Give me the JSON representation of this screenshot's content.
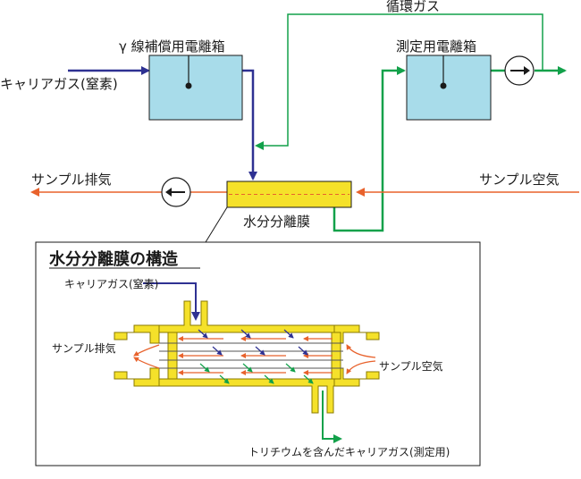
{
  "labels": {
    "circulating_gas": "循環ガス",
    "gamma_chamber": "γ 線補償用電離箱",
    "measure_chamber": "測定用電離箱",
    "carrier_gas_in": "キャリアガス(窒素)",
    "sample_exhaust": "サンプル排気",
    "sample_air": "サンプル空気",
    "membrane": "水分分離膜",
    "structure_title": "水分分離膜の構造",
    "detail_carrier_in": "キャリアガス(窒素)",
    "detail_sample_exhaust": "サンプル排気",
    "detail_sample_air": "サンプル空気",
    "detail_carrier_out": "トリチウムを含んだキャリアガス(測定用)"
  },
  "colors": {
    "carrier_gas": "#2e3192",
    "circulating_gas": "#12a14a",
    "sample_air": "#e8622c",
    "chamber": "#a8dcea",
    "membrane": "#f5e12a",
    "membrane_edge": "#8a7a00"
  },
  "icons": {
    "pump_right": "arrow-right-in-circle",
    "pump_left": "arrow-left-in-circle",
    "electrode": "dot-with-line"
  }
}
